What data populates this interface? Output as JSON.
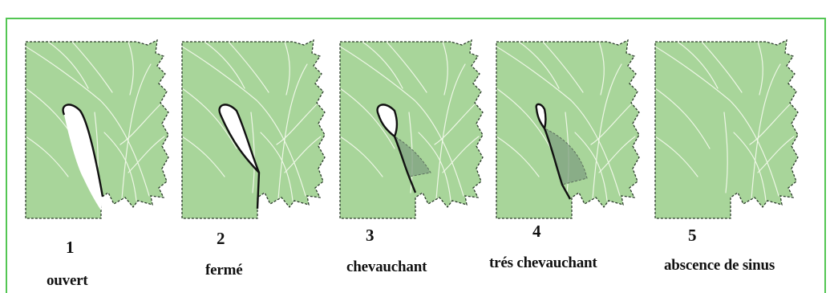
{
  "panels": [
    {
      "number": "1",
      "caption": "ouvert",
      "variant": "open"
    },
    {
      "number": "2",
      "caption": "fermé",
      "variant": "closed"
    },
    {
      "number": "3",
      "caption": "chevauchant",
      "variant": "overlapping"
    },
    {
      "number": "4",
      "caption": "trés chevauchant",
      "variant": "very-overlapping"
    },
    {
      "number": "5",
      "caption": "abscence de sinus",
      "variant": "absent"
    }
  ],
  "colors": {
    "frame_border": "#53c653",
    "leaf_fill": "#a8d59a",
    "leaf_vein": "#eef7e6",
    "leaf_outline": "#2b3a2b",
    "overlap_fill": "#7f9f80",
    "sinus_fill": "#ffffff"
  }
}
